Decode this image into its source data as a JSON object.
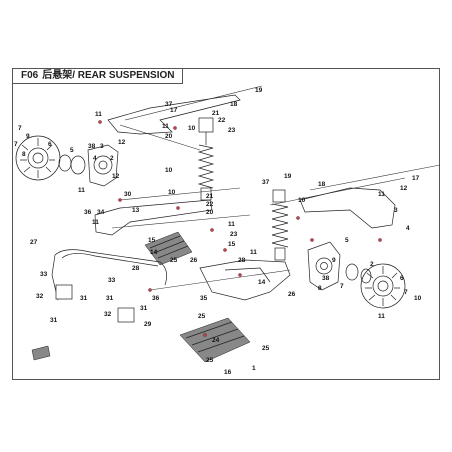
{
  "header": {
    "code": "F06",
    "title": "后悬架/ REAR SUSPENSION"
  },
  "colors": {
    "line": "#222222",
    "highlight": "#c63c4a",
    "shade": "#888888"
  },
  "callouts": [
    {
      "id": "c19a",
      "label": "19"
    },
    {
      "id": "c11a",
      "label": "11"
    },
    {
      "id": "c37a",
      "label": "37"
    },
    {
      "id": "c17a",
      "label": "17"
    },
    {
      "id": "c18a",
      "label": "18"
    },
    {
      "id": "c12a",
      "label": "12"
    },
    {
      "id": "c11b",
      "label": "11"
    },
    {
      "id": "c10a",
      "label": "10"
    },
    {
      "id": "c20a",
      "label": "20"
    },
    {
      "id": "c21a",
      "label": "21"
    },
    {
      "id": "c22a",
      "label": "22"
    },
    {
      "id": "c23a",
      "label": "23"
    },
    {
      "id": "c7a",
      "label": "7"
    },
    {
      "id": "c9a",
      "label": "9"
    },
    {
      "id": "c7b",
      "label": "7"
    },
    {
      "id": "c8a",
      "label": "8"
    },
    {
      "id": "c6a",
      "label": "6"
    },
    {
      "id": "c38a",
      "label": "38"
    },
    {
      "id": "c3a",
      "label": "3"
    },
    {
      "id": "c5a",
      "label": "5"
    },
    {
      "id": "c4a",
      "label": "4"
    },
    {
      "id": "c2a",
      "label": "2"
    },
    {
      "id": "c12b",
      "label": "12"
    },
    {
      "id": "c10b",
      "label": "10"
    },
    {
      "id": "c11c",
      "label": "11"
    },
    {
      "id": "c30a",
      "label": "30"
    },
    {
      "id": "c36a",
      "label": "36"
    },
    {
      "id": "c34a",
      "label": "34"
    },
    {
      "id": "c13a",
      "label": "13"
    },
    {
      "id": "c11d",
      "label": "11"
    },
    {
      "id": "c10c",
      "label": "10"
    },
    {
      "id": "c21b",
      "label": "21"
    },
    {
      "id": "c22b",
      "label": "22"
    },
    {
      "id": "c20b",
      "label": "20"
    },
    {
      "id": "c11e",
      "label": "11"
    },
    {
      "id": "c27a",
      "label": "27"
    },
    {
      "id": "c15a",
      "label": "15"
    },
    {
      "id": "c14a",
      "label": "14"
    },
    {
      "id": "c25a",
      "label": "25"
    },
    {
      "id": "c26a",
      "label": "26"
    },
    {
      "id": "c28a",
      "label": "28"
    },
    {
      "id": "c33a",
      "label": "33"
    },
    {
      "id": "c32a",
      "label": "32"
    },
    {
      "id": "c31a",
      "label": "31"
    },
    {
      "id": "c31b",
      "label": "31"
    },
    {
      "id": "c33b",
      "label": "33"
    },
    {
      "id": "c31c",
      "label": "31"
    },
    {
      "id": "c32b",
      "label": "32"
    },
    {
      "id": "c31d",
      "label": "31"
    },
    {
      "id": "c29a",
      "label": "29"
    },
    {
      "id": "c36b",
      "label": "36"
    },
    {
      "id": "c35a",
      "label": "35"
    },
    {
      "id": "c25b",
      "label": "25"
    },
    {
      "id": "c24a",
      "label": "24"
    },
    {
      "id": "c25c",
      "label": "25"
    },
    {
      "id": "c25d",
      "label": "25"
    },
    {
      "id": "c16a",
      "label": "16"
    },
    {
      "id": "c1a",
      "label": "1"
    },
    {
      "id": "c14b",
      "label": "14"
    },
    {
      "id": "c26b",
      "label": "26"
    },
    {
      "id": "c15b",
      "label": "15"
    },
    {
      "id": "c28b",
      "label": "28"
    },
    {
      "id": "c11f",
      "label": "11"
    },
    {
      "id": "c23b",
      "label": "23"
    },
    {
      "id": "c37b",
      "label": "37"
    },
    {
      "id": "c19b",
      "label": "19"
    },
    {
      "id": "c18b",
      "label": "18"
    },
    {
      "id": "c17b",
      "label": "17"
    },
    {
      "id": "c12c",
      "label": "12"
    },
    {
      "id": "c11g",
      "label": "11"
    },
    {
      "id": "c10d",
      "label": "10"
    },
    {
      "id": "c3b",
      "label": "3"
    },
    {
      "id": "c4b",
      "label": "4"
    },
    {
      "id": "c5b",
      "label": "5"
    },
    {
      "id": "c9b",
      "label": "9"
    },
    {
      "id": "c38b",
      "label": "38"
    },
    {
      "id": "c2b",
      "label": "2"
    },
    {
      "id": "c7c",
      "label": "7"
    },
    {
      "id": "c8b",
      "label": "8"
    },
    {
      "id": "c6b",
      "label": "6"
    },
    {
      "id": "c7d",
      "label": "7"
    },
    {
      "id": "c11h",
      "label": "11"
    },
    {
      "id": "c10e",
      "label": "10"
    }
  ]
}
